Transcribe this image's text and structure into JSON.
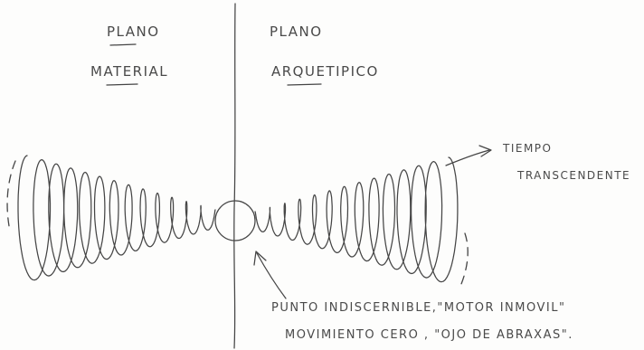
{
  "labels": {
    "left_heading_line1": "PLANO",
    "left_heading_line2": "MATERIAL",
    "right_heading_line1": "PLANO",
    "right_heading_line2": "ARQUETIPICO",
    "time_label_line1": "TIEMPO",
    "time_label_line2": "TRANSCENDENTE",
    "center_note_line1": "PUNTO INDISCERNIBLE,\"MOTOR INMOVIL\"",
    "center_note_line2": "MOVIMIENTO CERO , \"OJO DE ABRAXAS\"."
  },
  "colors": {
    "pencil": "#454545",
    "paper": "#fdfdfc"
  }
}
